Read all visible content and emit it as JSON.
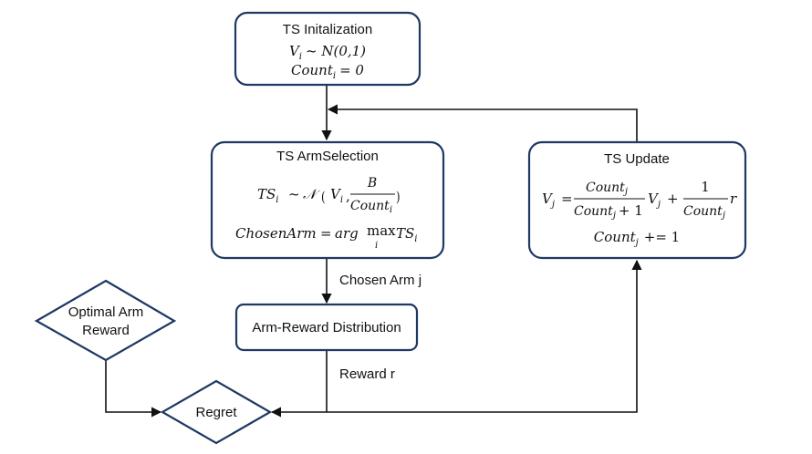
{
  "nodes": {
    "ts_init": {
      "title": "TS Initalization",
      "eq1": {
        "lhs": "V",
        "lhs_sub": "i",
        "rhs": "~ N(0,1)"
      },
      "eq2": {
        "lhs": "Count",
        "lhs_sub": "i",
        "rhs": "= 0"
      }
    },
    "arm_selection": {
      "title": "TS ArmSelection",
      "eq1": {
        "lhs": "TS",
        "lhs_sub": "i",
        "op": "~",
        "dist": "𝒩",
        "arg_a": "V",
        "arg_a_sub": "i",
        "frac_num": "B",
        "frac_den": "Count",
        "frac_den_sub": "i"
      },
      "eq2": {
        "lhs": "ChosenArm",
        "op": "=",
        "fn": "arg",
        "max": "max",
        "max_sub": "i",
        "rhs": "TS",
        "rhs_sub": "i"
      }
    },
    "ts_update": {
      "title": "TS Update",
      "eq1": {
        "lhs": "V",
        "lhs_sub": "j",
        "frac1_num": "Count",
        "frac1_num_sub": "j",
        "frac1_den": "Count",
        "frac1_den_sub": "j",
        "frac1_den_tail": "+ 1",
        "mid": "V",
        "mid_sub": "j",
        "plus": "+",
        "frac2_num": "1",
        "frac2_den": "Count",
        "frac2_den_sub": "j",
        "tail": "r"
      },
      "eq2": {
        "lhs": "Count",
        "lhs_sub": "j",
        "rhs": "+= 1"
      }
    },
    "arm_reward": {
      "title": "Arm-Reward Distribution"
    },
    "optimal_reward": {
      "title_line1": "Optimal Arm",
      "title_line2": "Reward"
    },
    "regret": {
      "title": "Regret"
    }
  },
  "edges": {
    "chosen_arm_label": "Chosen Arm j",
    "reward_label": "Reward r"
  },
  "colors": {
    "box_border": "#1f3864",
    "line": "#111111"
  }
}
